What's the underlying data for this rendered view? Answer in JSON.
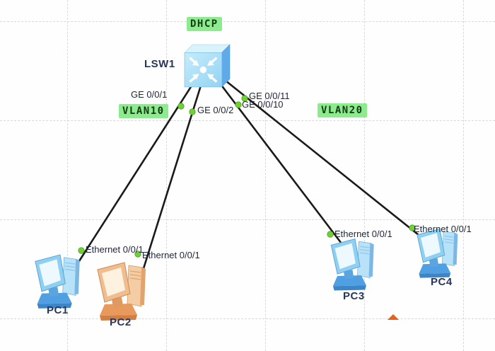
{
  "colors": {
    "badge_bg": "#8ceb8c",
    "badge_text": "#173a17",
    "line": "#1a1a1a",
    "port_dot": "#6fd232",
    "port_dot_edge": "#4ea31f",
    "port_label": "#1e2636",
    "device_label": "#29365b",
    "grid": "#d9d9d9",
    "marker_orange": "#e8611a"
  },
  "badges": {
    "dhcp": "DHCP",
    "vlan10": "VLAN10",
    "vlan20": "VLAN20"
  },
  "devices": {
    "switch": {
      "label": "LSW1",
      "type": "switch"
    },
    "pc1": {
      "label": "PC1",
      "type": "pc",
      "color": "blue"
    },
    "pc2": {
      "label": "PC2",
      "type": "pc",
      "color": "orange"
    },
    "pc3": {
      "label": "PC3",
      "type": "pc",
      "color": "blue"
    },
    "pc4": {
      "label": "PC4",
      "type": "pc",
      "color": "blue"
    }
  },
  "ports": {
    "ge1": "GE 0/0/1",
    "ge2": "GE 0/0/2",
    "ge10": "GE 0/0/10",
    "ge11": "GE 0/0/11",
    "eth_pc1": "Ethernet 0/0/1",
    "eth_pc2": "Ethernet 0/0/1",
    "eth_pc3": "Ethernet 0/0/1",
    "eth_pc4": "Ethernet 0/0/1"
  }
}
